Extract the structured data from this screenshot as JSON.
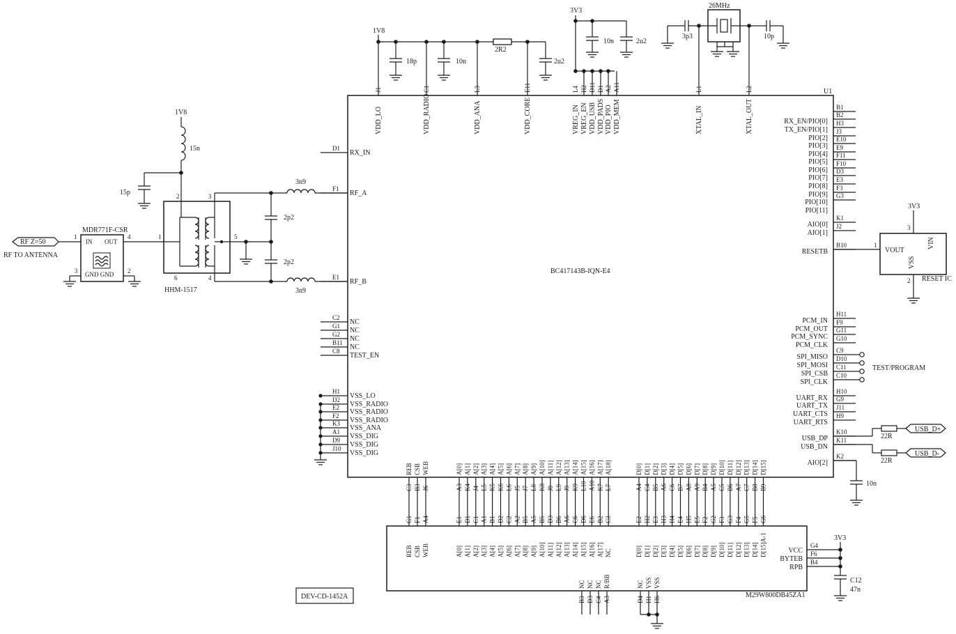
{
  "u1": {
    "refdes": "U1",
    "part": "BC417143B-IQN-E4",
    "top_pins": [
      {
        "num": "J1",
        "name": "VDD_LO"
      },
      {
        "num": "C1",
        "name": "VDD_RADIO"
      },
      {
        "num": "L3",
        "name": "VDD_ANA"
      },
      {
        "num": "E11",
        "name": "VDD_CORE"
      },
      {
        "num": "L4",
        "name": "VREG_IN"
      },
      {
        "num": "H2",
        "name": "VREG_EN"
      },
      {
        "num": "D11",
        "name": "VDD_USB"
      },
      {
        "num": "D1",
        "name": "VDD_PADS"
      },
      {
        "num": "A2",
        "name": "VDD_PIO"
      },
      {
        "num": "A11",
        "name": "VDD_MEM"
      },
      {
        "num": "L1",
        "name": "XTAL_IN"
      },
      {
        "num": "L2",
        "name": "XTAL_OUT"
      }
    ],
    "left_pins": [
      {
        "num": "D1",
        "name": "RX_IN"
      },
      {
        "num": "F1",
        "name": "RF_A"
      },
      {
        "num": "E1",
        "name": "RF_B"
      },
      {
        "num": "C2",
        "name": "NC"
      },
      {
        "num": "G1",
        "name": "NC"
      },
      {
        "num": "G2",
        "name": "NC"
      },
      {
        "num": "B11",
        "name": "NC"
      },
      {
        "num": "C8",
        "name": "TEST_EN"
      },
      {
        "num": "H1",
        "name": "VSS_LO"
      },
      {
        "num": "D2",
        "name": "VSS_RADIO"
      },
      {
        "num": "E2",
        "name": "VSS_RADIO"
      },
      {
        "num": "F2",
        "name": "VSS_RADIO"
      },
      {
        "num": "K3",
        "name": "VSS_ANA"
      },
      {
        "num": "A1",
        "name": "VSS_DIG"
      },
      {
        "num": "D9",
        "name": "VSS_DIG"
      },
      {
        "num": "J10",
        "name": "VSS_DIG"
      }
    ],
    "right_pins": [
      {
        "num": "B1",
        "name": ""
      },
      {
        "num": "B2",
        "name": "RX_EN/PIO[0]"
      },
      {
        "num": "H3",
        "name": "TX_EN/PIO[1]"
      },
      {
        "num": "J3",
        "name": "PIO[2]"
      },
      {
        "num": "E10",
        "name": "PIO[3]"
      },
      {
        "num": "E9",
        "name": "PIO[4]"
      },
      {
        "num": "F11",
        "name": "PIO[5]"
      },
      {
        "num": "F10",
        "name": "PIO[6]"
      },
      {
        "num": "D3",
        "name": "PIO[7]"
      },
      {
        "num": "E3",
        "name": "PIO[8]"
      },
      {
        "num": "F3",
        "name": "PIO[9]"
      },
      {
        "num": "G3",
        "name": "PIO[10]"
      },
      {
        "num": "",
        "name": "PIO[11]"
      },
      {
        "num": "K1",
        "name": "AIO[0]"
      },
      {
        "num": "J2",
        "name": "AIO[1]"
      },
      {
        "num": "B10",
        "name": "RESETB"
      },
      {
        "num": "H11",
        "name": "PCM_IN"
      },
      {
        "num": "F9",
        "name": "PCM_OUT"
      },
      {
        "num": "G11",
        "name": "PCM_SYNC"
      },
      {
        "num": "G10",
        "name": "PCM_CLK"
      },
      {
        "num": "C9",
        "name": "SPI_MISO"
      },
      {
        "num": "D10",
        "name": "SPI_MOSI"
      },
      {
        "num": "C11",
        "name": "SPI_CSB"
      },
      {
        "num": "C10",
        "name": "SPI_CLK"
      },
      {
        "num": "H10",
        "name": "UART_RX"
      },
      {
        "num": "G9",
        "name": "UART_TX"
      },
      {
        "num": "J11",
        "name": "UART_CTS"
      },
      {
        "num": "H9",
        "name": "UART_RTS"
      },
      {
        "num": "K10",
        "name": "USB_DP"
      },
      {
        "num": "K11",
        "name": "USB_DN"
      },
      {
        "num": "K2",
        "name": "AIO[2]"
      }
    ],
    "bottom_ctrl": [
      {
        "num": "C3",
        "name": "REB"
      },
      {
        "num": "B3",
        "name": "CSB"
      },
      {
        "num": "J6",
        "name": "WEB"
      }
    ],
    "bottom_addr": [
      {
        "num": "A3",
        "name": "A[0]"
      },
      {
        "num": "K4",
        "name": "A[1]"
      },
      {
        "num": "J4",
        "name": "A[2]"
      },
      {
        "num": "L5",
        "name": "A[3]"
      },
      {
        "num": "K5",
        "name": "A[4]"
      },
      {
        "num": "K6",
        "name": "A[5]"
      },
      {
        "num": "L6",
        "name": "A[6]"
      },
      {
        "num": "J5",
        "name": "A[7]"
      },
      {
        "num": "J7",
        "name": "A[8]"
      },
      {
        "num": "L8",
        "name": "A[9]"
      },
      {
        "num": "K8",
        "name": "A[10]"
      },
      {
        "num": "J8",
        "name": "A[11]"
      },
      {
        "num": "L9",
        "name": "A[12]"
      },
      {
        "num": "J9",
        "name": "A[13]"
      },
      {
        "num": "K9",
        "name": "A[14]"
      },
      {
        "num": "L10",
        "name": "A[15]"
      },
      {
        "num": "A10",
        "name": "A[16]"
      },
      {
        "num": "K7",
        "name": "A[17]"
      },
      {
        "num": "L7",
        "name": "A[18]"
      }
    ],
    "bottom_data": [
      {
        "num": "A4",
        "name": "D[0]"
      },
      {
        "num": "C4",
        "name": "D[1]"
      },
      {
        "num": "B5",
        "name": "D[2]"
      },
      {
        "num": "A6",
        "name": "D[3]"
      },
      {
        "num": "C6",
        "name": "D[4]"
      },
      {
        "num": "B7",
        "name": "D[5]"
      },
      {
        "num": "A8",
        "name": "D[6]"
      },
      {
        "num": "A9",
        "name": "D[7]"
      },
      {
        "num": "B4",
        "name": "D[8]"
      },
      {
        "num": "A5",
        "name": "D[9]"
      },
      {
        "num": "C5",
        "name": "D[10]"
      },
      {
        "num": "B6",
        "name": "D[11]"
      },
      {
        "num": "A7",
        "name": "D[12]"
      },
      {
        "num": "C7",
        "name": "D[13]"
      },
      {
        "num": "B8",
        "name": "D[14]"
      },
      {
        "num": "B9",
        "name": "D[15]"
      }
    ]
  },
  "mem": {
    "part": "M29W800DB45ZA1",
    "ctrl": [
      {
        "num": "G1",
        "name": "REB"
      },
      {
        "num": "F1",
        "name": "CSB"
      },
      {
        "num": "A4",
        "name": "WEB"
      }
    ],
    "addr_nums": [
      "E1",
      "D1",
      "C1",
      "A1",
      "B1",
      "D2",
      "C2",
      "A2",
      "B5",
      "A5",
      "B5",
      "D3",
      "B6",
      "A6",
      "C6",
      "D6",
      "E6",
      "B2",
      "C3"
    ],
    "addr_names": [
      "A[0]",
      "A[1]",
      "A[2]",
      "A[3]",
      "A[4]",
      "A[5]",
      "A[6]",
      "A[7]",
      "A[8]",
      "A[9]",
      "A[10]",
      "A[11]",
      "A[12]",
      "A[13]",
      "A[14]",
      "A[15]",
      "A[16]",
      "A[17]",
      "NC"
    ],
    "data_nums": [
      "E2",
      "H2",
      "E3",
      "H3",
      "H4",
      "E4",
      "H5",
      "E5",
      "F2",
      "G2",
      "F3",
      "G3",
      "F4",
      "G5",
      "F5",
      "G6"
    ],
    "data_names": [
      "D[0]",
      "D[1]",
      "D[2]",
      "D[3]",
      "D[4]",
      "D[5]",
      "D[6]",
      "D[7]",
      "D[8]",
      "D[9]",
      "D[10]",
      "D[11]",
      "D[12]",
      "D[13]",
      "D[14]",
      "D[15]A-1"
    ],
    "right_pins": [
      {
        "num": "G4",
        "name": "VCC"
      },
      {
        "num": "F6",
        "name": "BYTEB"
      },
      {
        "num": "B4",
        "name": "RPB"
      }
    ],
    "bottom_pins": [
      {
        "num": "B3",
        "name": "NC"
      },
      {
        "num": "D3",
        "name": "NC"
      },
      {
        "num": "C4",
        "name": "NC"
      },
      {
        "num": "A3",
        "name": "R/BB"
      },
      {
        "num": "D4",
        "name": "NC"
      },
      {
        "num": "H1",
        "name": "VSS"
      },
      {
        "num": "H6",
        "name": "VSS"
      }
    ]
  },
  "power": {
    "v18": "1V8",
    "v33": "3V3"
  },
  "caps": {
    "c18p": "18p",
    "c10n_a": "10n",
    "c2u2_a": "2u2",
    "c10n_b": "10n",
    "c2u2_b": "2u2",
    "c3p3": "3p3",
    "c10p": "10p",
    "c15p": "15p",
    "c2p2_a": "2p2",
    "c2p2_b": "2p2",
    "c10n_aio": "10n",
    "c12_ref": "C12",
    "c12_val": "47n"
  },
  "resistors": {
    "r2r2": "2R2",
    "r22_a": "22R",
    "r22_b": "22R"
  },
  "inductors": {
    "l15n": "15n",
    "l3n9_a": "3n9",
    "l3n9_b": "3n9"
  },
  "crystal": "26MHz",
  "balun": {
    "name": "HHM-1517",
    "pins": [
      "1",
      "2",
      "3",
      "4",
      "5",
      "6"
    ]
  },
  "filter": {
    "name": "MDR771F-CSR",
    "in": "IN",
    "out": "OUT",
    "gnd": "GND GND",
    "pins": [
      "1",
      "4",
      "3",
      "2"
    ]
  },
  "antenna": {
    "port": "RF Z=50",
    "label": "RF TO ANTENNA"
  },
  "reset_ic": {
    "name": "RESET IC",
    "vout": "VOUT",
    "vss": "VSS",
    "vin": "VIN",
    "pins": [
      "1",
      "2",
      "3"
    ]
  },
  "usb": {
    "dp": "USB_D+",
    "dn": "USB_D-"
  },
  "test_label": "TEST/PROGRAM",
  "dev_label": "DEV-CD-1452A"
}
